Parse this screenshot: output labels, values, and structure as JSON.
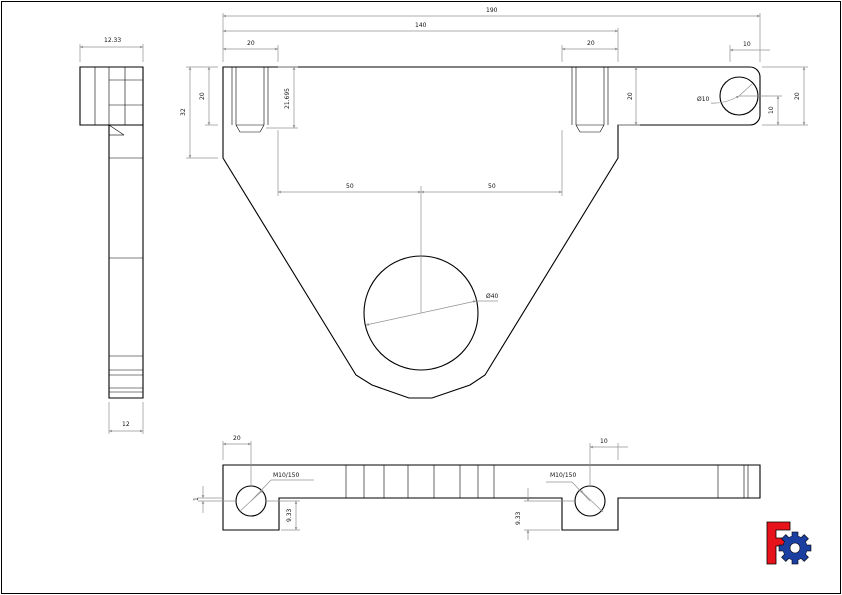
{
  "dimensions": {
    "side_width": "12.33",
    "side_thickness": "12",
    "overall_length": "190",
    "inner_length": "140",
    "slot_left_width": "20",
    "slot_right_width": "20",
    "eye_offset": "10",
    "slot_depth_left": "20",
    "arm_height": "32",
    "slot_depth_value": "21.695",
    "slot_depth_right": "20",
    "eye_half_height": "10",
    "eye_height": "20",
    "eye_hole": "Ø10",
    "center_left": "50",
    "center_right": "50",
    "big_hole": "Ø40",
    "bottom_left_offset": "20",
    "bottom_right_offset": "10",
    "thread_left": "M10/150",
    "thread_right": "M10/150",
    "bottom_step": "1",
    "depth_left": "9.33",
    "depth_right": "9.33"
  },
  "colors": {
    "logo_red": "#e8121b",
    "logo_blue": "#1b3fa0"
  },
  "logo": {
    "letter": "F",
    "icon": "gear-icon"
  }
}
